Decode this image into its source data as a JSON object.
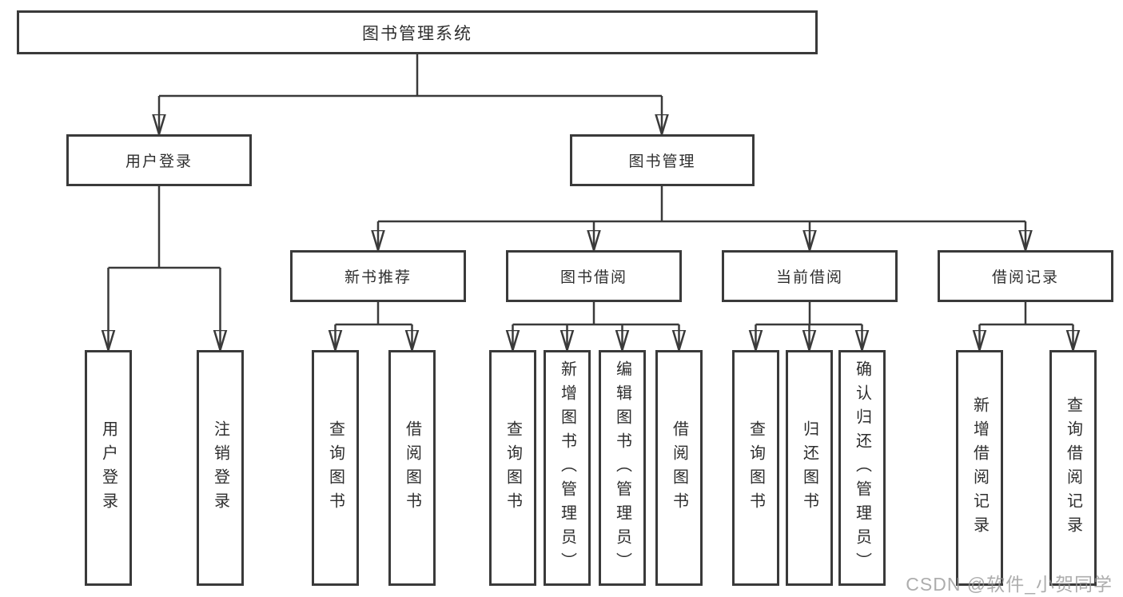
{
  "diagram": {
    "root": "图书管理系统",
    "level2": {
      "user_login": "用户登录",
      "book_management": "图书管理"
    },
    "level3": {
      "new_book_recommend": "新书推荐",
      "book_borrow": "图书借阅",
      "current_borrow": "当前借阅",
      "borrow_record": "借阅记录"
    },
    "leaves": {
      "user_login_login": "用户登录",
      "user_login_logout": "注销登录",
      "new_book_query": "查询图书",
      "new_book_borrow": "借阅图书",
      "borrow_query": "查询图书",
      "borrow_add_admin": "新增图书（管理员）",
      "borrow_edit_admin": "编辑图书（管理员）",
      "borrow_borrow": "借阅图书",
      "current_query": "查询图书",
      "current_return": "归还图书",
      "current_confirm_admin": "确认归还（管理员）",
      "record_add": "新增借阅记录",
      "record_query": "查询借阅记录"
    }
  },
  "watermark": "CSDN @软件_小贺同学",
  "colors": {
    "line": "#3a3a3a",
    "box_border": "#3a3a3a",
    "text": "#2e2e2e",
    "watermark": "#969696",
    "background": "#ffffff"
  }
}
